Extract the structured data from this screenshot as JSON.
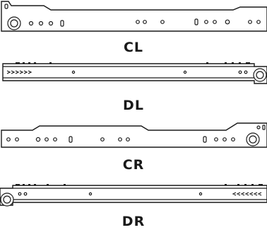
{
  "rails": [
    {
      "id": "cl",
      "label": "CL"
    },
    {
      "id": "dl",
      "label": "DL"
    },
    {
      "id": "cr",
      "label": "CR"
    },
    {
      "id": "dr",
      "label": "DR"
    }
  ]
}
